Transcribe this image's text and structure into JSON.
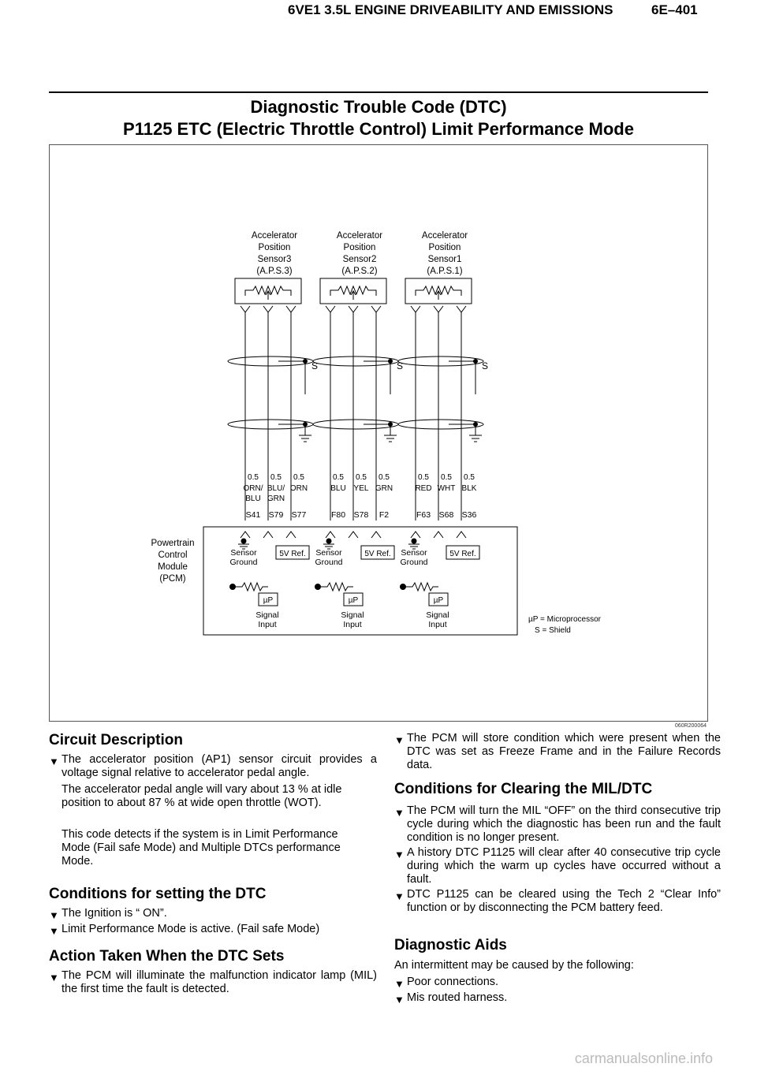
{
  "header": {
    "title": "6VE1 3.5L ENGINE DRIVEABILITY AND EMISSIONS",
    "page": "6E–401"
  },
  "dtc_title": {
    "line1": "Diagnostic Trouble Code (DTC)",
    "line2": "P1125  ETC (Electric Throttle Control) Limit Performance Mode"
  },
  "diagram": {
    "sensors": [
      {
        "lines": [
          "Accelerator",
          "Position",
          "Sensor3",
          "(A.P.S.3)"
        ]
      },
      {
        "lines": [
          "Accelerator",
          "Position",
          "Sensor2",
          "(A.P.S.2)"
        ]
      },
      {
        "lines": [
          "Accelerator",
          "Position",
          "Sensor1",
          "(A.P.S.1)"
        ]
      }
    ],
    "shield_label": "S",
    "wires": [
      {
        "gauge": "0.5",
        "color": [
          "ORN/",
          "BLU"
        ],
        "pin": "S41"
      },
      {
        "gauge": "0.5",
        "color": [
          "BLU/",
          "GRN"
        ],
        "pin": "S79"
      },
      {
        "gauge": "0.5",
        "color": [
          "ORN"
        ],
        "pin": "S77"
      },
      {
        "gauge": "0.5",
        "color": [
          "BLU"
        ],
        "pin": "F80"
      },
      {
        "gauge": "0.5",
        "color": [
          "YEL"
        ],
        "pin": "S78"
      },
      {
        "gauge": "0.5",
        "color": [
          "GRN"
        ],
        "pin": "F2"
      },
      {
        "gauge": "0.5",
        "color": [
          "RED"
        ],
        "pin": "F63"
      },
      {
        "gauge": "0.5",
        "color": [
          "WHT"
        ],
        "pin": "S68"
      },
      {
        "gauge": "0.5",
        "color": [
          "BLK"
        ],
        "pin": "S36"
      }
    ],
    "pcm_lines": [
      "Powertrain",
      "Control",
      "Module",
      "(PCM)"
    ],
    "sensor_ground": [
      "Sensor",
      "Ground"
    ],
    "vref": "5V Ref.",
    "micro": "µP",
    "signal_input": [
      "Signal",
      "Input"
    ],
    "legend": [
      "µP = Microprocessor",
      "S = Shield"
    ],
    "figure_id": "060R200064"
  },
  "sections": {
    "circuit_description": {
      "heading": "Circuit Description",
      "bullet": "The accelerator position (AP1) sensor circuit provides a voltage signal relative to accelerator pedal angle.",
      "p1": "The accelerator pedal angle will vary about 13 % at idle position to about 87 % at wide open throttle (WOT).",
      "p2": "This code detects if the system is in Limit Performance Mode (Fail safe Mode) and Multiple DTCs performance Mode."
    },
    "conditions_setting": {
      "heading": "Conditions for setting the DTC",
      "items": [
        "The Ignition is “ ON”.",
        "Limit Performance Mode is active. (Fail safe Mode)"
      ]
    },
    "action_taken": {
      "heading": "Action Taken When the DTC Sets",
      "items": [
        "The PCM will illuminate the malfunction indicator lamp (MIL) the first time the fault is detected.",
        "The PCM will store condition which were present when the DTC was set as Freeze Frame and in the Failure Records data."
      ]
    },
    "conditions_clearing": {
      "heading": "Conditions for Clearing the MIL/DTC",
      "items": [
        "The PCM will turn the MIL “OFF” on the third consecutive trip cycle during which the diagnostic has been run and the fault condition is no longer present.",
        "A history DTC P1125 will clear after 40 consecutive trip cycle during which the warm up cycles have occurred without a fault.",
        "DTC P1125 can be cleared using the Tech 2 “Clear Info” function or by disconnecting the PCM battery feed."
      ]
    },
    "diagnostic_aids": {
      "heading": "Diagnostic Aids",
      "intro": "An intermittent may be caused by the following:",
      "items": [
        "Poor connections.",
        "Mis routed harness."
      ]
    }
  },
  "bullet_glyph": "▼",
  "watermark": "carmanualsonline.info"
}
